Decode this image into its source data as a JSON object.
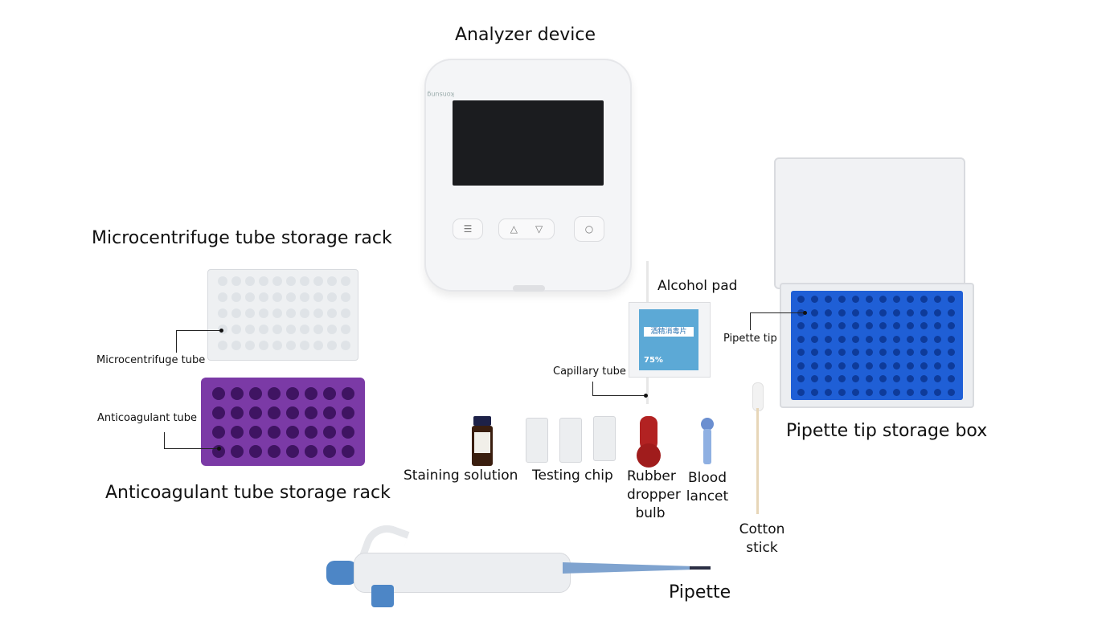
{
  "labels": {
    "analyzer": "Analyzer device",
    "micro_rack": "Microcentrifuge tube storage rack",
    "micro_tube": "Microcentrifuge tube",
    "anti_tube": "Anticoagulant tube",
    "anti_rack": "Anticoagulant tube storage rack",
    "alcohol_pad": "Alcohol pad",
    "capillary_tube": "Capillary tube",
    "pipette_tip": "Pipette tip",
    "tip_box": "Pipette tip storage box",
    "staining": "Staining solution",
    "testing_chip": "Testing chip",
    "rubber_1": "Rubber",
    "rubber_2": "dropper",
    "rubber_3": "bulb",
    "blood_1": "Blood",
    "blood_2": "lancet",
    "cotton_1": "Cotton",
    "cotton_2": "stick",
    "pipette": "Pipette"
  },
  "device": {
    "brand": "konsung"
  },
  "alcohol_pad": {
    "cn_title": "酒精消毒片",
    "percent": "75%"
  },
  "icons": {
    "menu": "list-icon",
    "up": "triangle-up-icon",
    "down": "triangle-down-icon",
    "power": "circle-icon"
  },
  "colors": {
    "purple_rack": "#7b3aa6",
    "blue_tray": "#1f5fd6",
    "pipette_blue": "#4d86c6",
    "dropper_red": "#b22222"
  }
}
